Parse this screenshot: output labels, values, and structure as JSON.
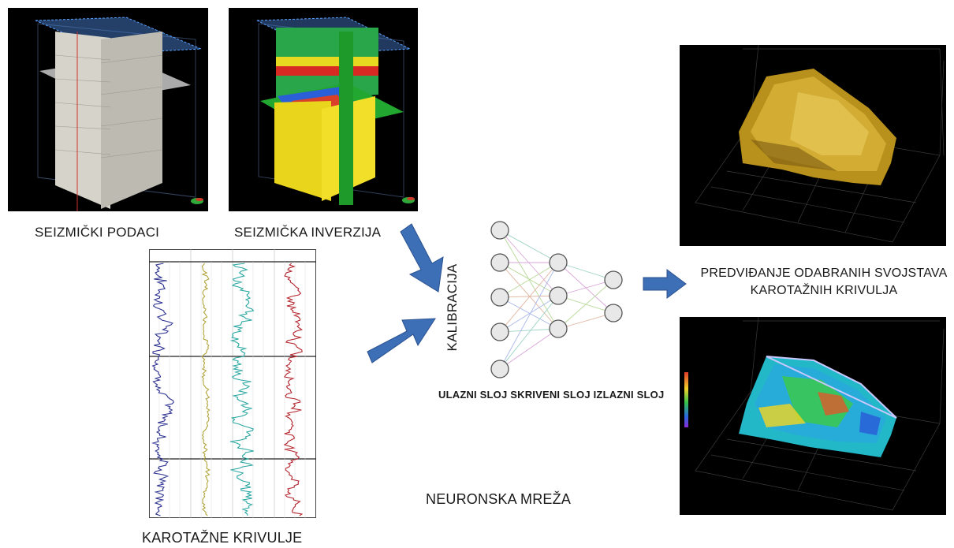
{
  "panels": {
    "seismic_data": {
      "caption": "SEIZMIČKI PODACI"
    },
    "seismic_inversion": {
      "caption": "SEIZMIČKA INVERZIJA"
    },
    "well_logs": {
      "caption": "KAROTAŽNE KRIVULJE"
    },
    "prediction": {
      "caption_line1": "PREDVIĐANJE ODABRANIH SVOJSTAVA",
      "caption_line2": "KAROTAŽNIH KRIVULJA"
    }
  },
  "network": {
    "calibration_label": "KALIBRACIJA",
    "layers_label": "ULAZNI SLOJ SKRIVENI SLOJ IZLAZNI SLOJ",
    "title": "NEURONSKA MREŽA",
    "layer_sizes": [
      5,
      3,
      2
    ]
  },
  "colors": {
    "arrow": "#3d6fb6",
    "log_track_1": "#2a2f8f",
    "log_track_2": "#b0a43a",
    "log_track_3": "#27a6a0",
    "log_track_4": "#b3222b"
  }
}
